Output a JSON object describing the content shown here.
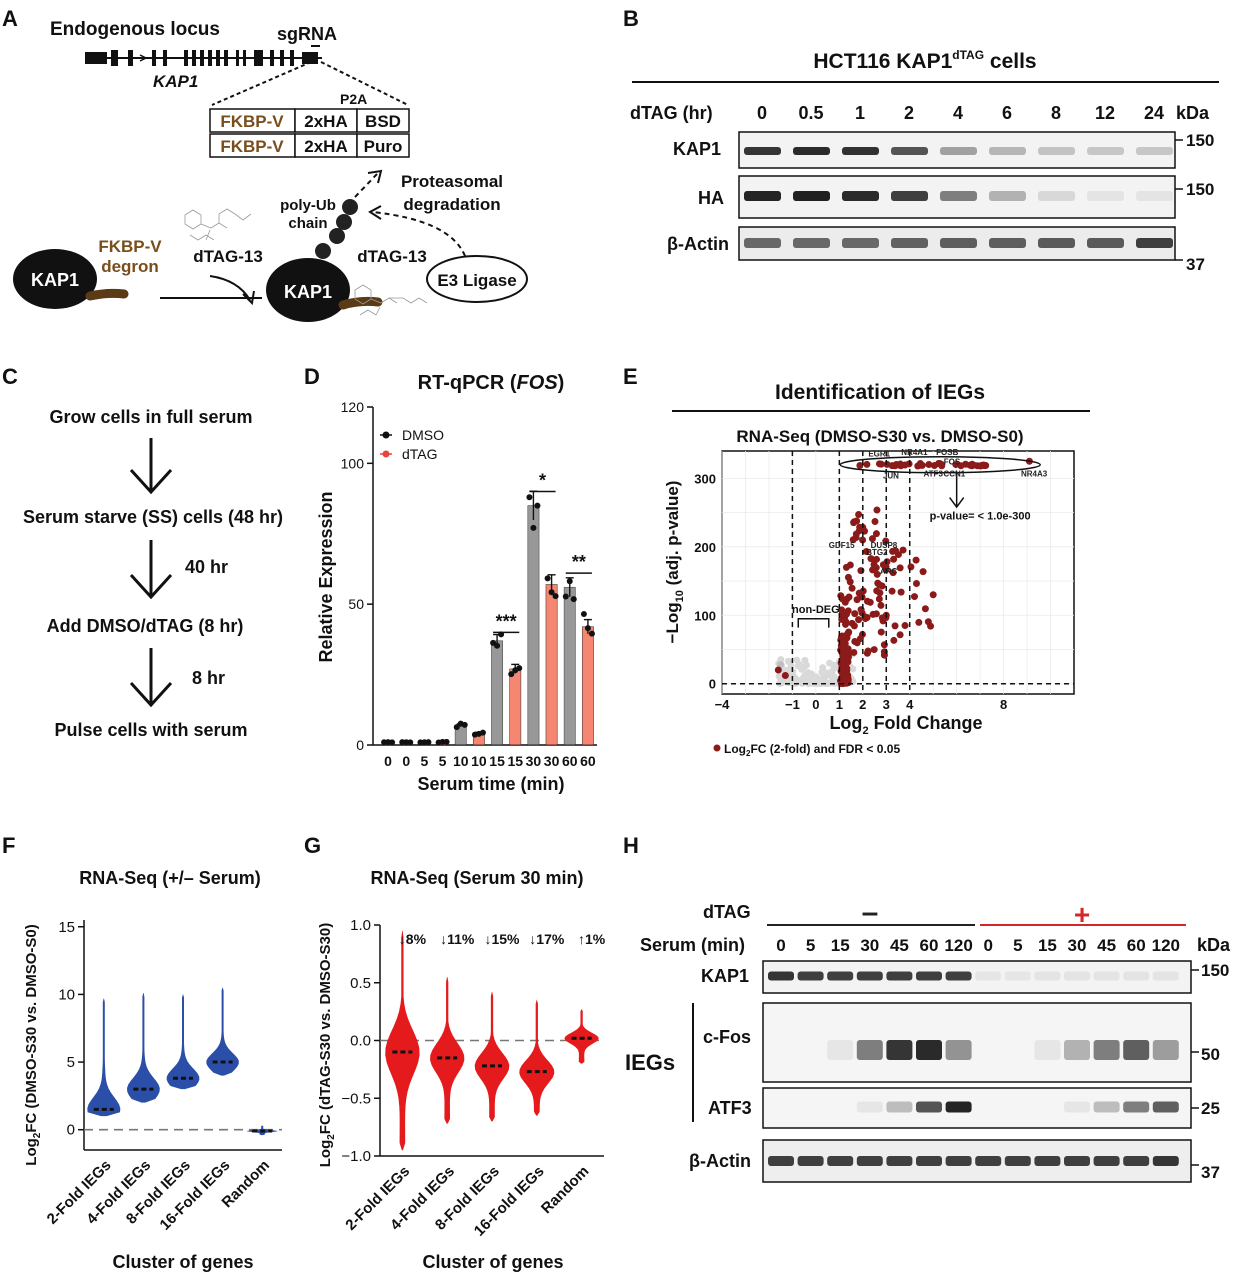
{
  "panels": {
    "a": {
      "letter": "A",
      "endogenous_locus": "Endogenous locus",
      "sgrna": "sgRNA",
      "gene": "KAP1",
      "p2a": "P2A",
      "construct1": [
        "FKBP-V",
        "2xHA",
        "BSD"
      ],
      "construct2": [
        "FKBP-V",
        "2xHA",
        "Puro"
      ],
      "kap1_left": "KAP1",
      "fkbp_degron": [
        "FKBP-V",
        "degron"
      ],
      "dtag13_left": "dTAG-13",
      "kap1_right": "KAP1",
      "dtag13_right": "dTAG-13",
      "polyub": [
        "poly-Ub",
        "chain"
      ],
      "proteasomal": [
        "Proteasomal",
        "degradation"
      ],
      "e3": "E3 Ligase"
    },
    "b": {
      "letter": "B",
      "title_main": "HCT116 KAP1",
      "title_sup": "dTAG",
      "title_end": " cells",
      "row_header": "dTAG (hr)",
      "timepoints": [
        "0",
        "0.5",
        "1",
        "2",
        "4",
        "6",
        "8",
        "12",
        "24"
      ],
      "kda_label": "kDa",
      "blots": [
        "KAP1",
        "HA",
        "β-Actin"
      ],
      "markers": [
        "150",
        "150",
        "37"
      ],
      "kap1_intensity": [
        0.9,
        0.95,
        0.92,
        0.75,
        0.38,
        0.28,
        0.22,
        0.2,
        0.2
      ],
      "ha_intensity": [
        0.98,
        1.0,
        0.95,
        0.85,
        0.55,
        0.3,
        0.12,
        0.06,
        0.06
      ],
      "actin_intensity": [
        0.65,
        0.65,
        0.65,
        0.68,
        0.7,
        0.7,
        0.72,
        0.72,
        0.85
      ]
    },
    "c": {
      "letter": "C",
      "steps": [
        "Grow cells in full serum",
        "Serum starve (SS) cells (48 hr)",
        "Add DMSO/dTAG (8 hr)",
        "Pulse cells with serum"
      ],
      "intervals": [
        "40 hr",
        "8 hr"
      ]
    },
    "d": {
      "letter": "D",
      "title_pre": "RT-qPCR (",
      "title_gene": "FOS",
      "title_post": ")",
      "significance": [
        "***",
        "*",
        "**"
      ]
    },
    "e": {
      "letter": "E",
      "header": "Identification of IEGs",
      "subtitle": "RNA-Seq (DMSO-S30 vs. DMSO-S0)",
      "ylabel": "−Log10 (adj. p-value)",
      "xlabel": "Log2 Fold Change",
      "legend": "Log2FC (2-fold) and FDR < 0.05",
      "nondeg": "non-DEG",
      "pvalue_note": "p-value= < 1.0e-300",
      "gene_labels": [
        "EGR1",
        "NR4A1",
        "FOSB",
        "FOS",
        "JUN",
        "ATF3",
        "CCN1",
        "NR4A3",
        "BTG2",
        "GDF15",
        "DUSP8",
        "ARC"
      ],
      "deg_color": "#8b1a1a"
    },
    "f": {
      "letter": "F",
      "title": "RNA-Seq (+/– Serum)",
      "ylabel": "Log2FC (DMSO-S30 vs. DMSO-S0)",
      "xlabel": "Cluster of genes",
      "color": "#2b4ea8"
    },
    "g": {
      "letter": "G",
      "title": "RNA-Seq (Serum 30 min)",
      "ylabel": "Log2FC (dTAG-S30 vs. DMSO-S30)",
      "xlabel": "Cluster of genes",
      "percents": [
        "↓8%",
        "↓11%",
        "↓15%",
        "↓17%",
        "↑1%"
      ],
      "color": "#e41a1c"
    },
    "h": {
      "letter": "H",
      "dtag_label": "dTAG",
      "minus": "–",
      "plus": "+",
      "serum_label": "Serum (min)",
      "timepoints": [
        "0",
        "5",
        "15",
        "30",
        "45",
        "60",
        "120",
        "0",
        "5",
        "15",
        "30",
        "45",
        "60",
        "120"
      ],
      "kda_label": "kDa",
      "kap1": "KAP1",
      "cfos": "c-Fos",
      "atf3": "ATF3",
      "actin": "β-Actin",
      "iegs": "IEGs",
      "markers": [
        "150",
        "50",
        "25",
        "37"
      ],
      "kap1_intensity": [
        0.9,
        0.85,
        0.85,
        0.85,
        0.85,
        0.85,
        0.85,
        0.05,
        0.05,
        0.06,
        0.06,
        0.06,
        0.06,
        0.06
      ],
      "cfos_intensity": [
        0,
        0,
        0.05,
        0.55,
        0.9,
        0.95,
        0.45,
        0,
        0,
        0.05,
        0.3,
        0.55,
        0.7,
        0.4
      ],
      "atf3_intensity": [
        0,
        0,
        0,
        0.05,
        0.25,
        0.75,
        0.98,
        0,
        0,
        0,
        0.05,
        0.25,
        0.55,
        0.7
      ],
      "actin_intensity": [
        0.85,
        0.85,
        0.85,
        0.85,
        0.85,
        0.85,
        0.85,
        0.85,
        0.85,
        0.85,
        0.85,
        0.85,
        0.85,
        0.9
      ],
      "minus_color": "#222222",
      "plus_color": "#d62728"
    }
  },
  "chart_data": [
    {
      "panel": "D",
      "type": "bar",
      "title": "RT-qPCR (FOS)",
      "xlabel": "Serum time (min)",
      "ylabel": "Relative Expression",
      "ylim": [
        0,
        120
      ],
      "yticks": [
        0,
        50,
        100,
        120
      ],
      "categories": [
        "0",
        "0",
        "5",
        "5",
        "10",
        "10",
        "15",
        "15",
        "30",
        "30",
        "60",
        "60"
      ],
      "series": [
        {
          "name": "DMSO",
          "color": "#7f7f7f",
          "values": [
            1,
            null,
            1,
            null,
            7,
            null,
            37,
            null,
            85,
            null,
            56,
            null
          ]
        },
        {
          "name": "dTAG",
          "color": "#f4735a",
          "values": [
            null,
            1,
            null,
            1,
            null,
            4,
            null,
            27,
            null,
            57,
            null,
            42
          ]
        }
      ],
      "legend": "top-left"
    },
    {
      "panel": "E",
      "type": "scatter",
      "title": "RNA-Seq (DMSO-S30 vs. DMSO-S0)",
      "xlabel": "Log2 Fold Change",
      "ylabel": "−Log10 (adj. p-value)",
      "xlim": [
        -4,
        11
      ],
      "ylim": [
        -15,
        340
      ],
      "xticks": [
        -4,
        -1,
        0,
        1,
        2,
        3,
        4,
        8
      ],
      "yticks": [
        0,
        100,
        200,
        300
      ],
      "vlines": [
        -1,
        1,
        2,
        3,
        4
      ],
      "hline": 0
    },
    {
      "panel": "F",
      "type": "violin",
      "title": "RNA-Seq (+/– Serum)",
      "xlabel": "Cluster of genes",
      "ylabel": "Log2FC (DMSO-S30 vs. DMSO-S0)",
      "ylim": [
        -1.5,
        15.5
      ],
      "yticks": [
        0,
        5,
        10,
        15
      ],
      "categories": [
        "2-Fold IEGs",
        "4-Fold IEGs",
        "8-Fold IEGs",
        "16-Fold IEGs",
        "Random"
      ],
      "medians": [
        1.5,
        3.0,
        3.8,
        5.0,
        -0.1
      ],
      "mins": [
        1.0,
        2.0,
        3.0,
        4.0,
        -0.4
      ],
      "maxs": [
        9.7,
        10.1,
        10.0,
        10.5,
        0.3
      ]
    },
    {
      "panel": "G",
      "type": "violin",
      "title": "RNA-Seq (Serum 30 min)",
      "xlabel": "Cluster of genes",
      "ylabel": "Log2FC (dTAG-S30 vs. DMSO-S30)",
      "ylim": [
        -1.0,
        1.0
      ],
      "yticks": [
        -1.0,
        -0.5,
        0.0,
        0.5,
        1.0
      ],
      "categories": [
        "2-Fold IEGs",
        "4-Fold IEGs",
        "8-Fold IEGs",
        "16-Fold IEGs",
        "Random"
      ],
      "medians": [
        -0.1,
        -0.15,
        -0.22,
        -0.27,
        0.02
      ],
      "mins": [
        -0.95,
        -0.72,
        -0.7,
        -0.65,
        -0.2
      ],
      "maxs": [
        0.95,
        0.55,
        0.42,
        0.35,
        0.27
      ]
    }
  ]
}
